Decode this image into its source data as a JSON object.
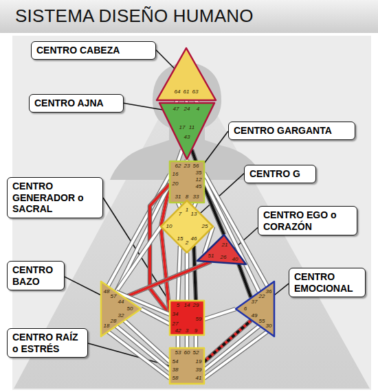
{
  "diagram": {
    "title": "SISTEMA DISEÑO HUMANO",
    "nodes": [
      {
        "text": [
          "CENTRO CABEZA"
        ]
      },
      {
        "text": [
          "64",
          "61",
          "63"
        ]
      },
      {
        "text": [
          "CENTRO AJNA"
        ]
      },
      {
        "text": [
          "47",
          "24",
          "4",
          "17",
          "11",
          "43"
        ]
      },
      {
        "text": [
          "CENTRO GARGANTA"
        ]
      },
      {
        "text": [
          "62",
          "23",
          "56",
          "16",
          "20",
          "35",
          "12",
          "45",
          "31",
          "8",
          "33"
        ]
      },
      {
        "text": [
          "CENTRO G"
        ]
      },
      {
        "text": [
          "CENTRO GENERADOR o SACRAL"
        ]
      },
      {
        "text": [
          "7",
          "1",
          "13",
          "10",
          "25",
          "15",
          "2",
          "46"
        ]
      },
      {
        "text": [
          "CENTRO EGO o CORAZÓN"
        ]
      },
      {
        "text": [
          "21",
          "51",
          "26",
          "40"
        ]
      },
      {
        "text": [
          "CENTRO BAZO"
        ]
      },
      {
        "text": [
          "CENTRO EMOCIONAL"
        ]
      },
      {
        "text": [
          "48",
          "57",
          "44",
          "50",
          "32",
          "28",
          "18"
        ]
      },
      {
        "text": [
          "36",
          "22",
          "37",
          "6",
          "49",
          "55",
          "30"
        ]
      },
      {
        "text": [
          "5",
          "14",
          "29",
          "34",
          "27",
          "59",
          "42",
          "3",
          "9"
        ]
      },
      {
        "text": [
          "CENTRO RAÍZ o ESTRÉS"
        ]
      },
      {
        "text": [
          "53",
          "60",
          "52",
          "54",
          "38",
          "58",
          "19",
          "39",
          "41"
        ]
      }
    ],
    "edges": [
      {
        "from": 0,
        "to": 1,
        "arrow": "none"
      },
      {
        "from": 2,
        "to": 3,
        "arrow": "none"
      },
      {
        "from": 4,
        "to": 5,
        "arrow": "none"
      },
      {
        "from": 6,
        "to": 8,
        "arrow": "none"
      },
      {
        "from": 7,
        "to": 15,
        "arrow": "none"
      },
      {
        "from": 9,
        "to": 10,
        "arrow": "none"
      },
      {
        "from": 11,
        "to": 13,
        "arrow": "none"
      },
      {
        "from": 12,
        "to": 14,
        "arrow": "none"
      },
      {
        "from": 16,
        "to": 17,
        "arrow": "none"
      },
      {
        "from": 1,
        "to": 3,
        "arrow": "none"
      },
      {
        "from": 1,
        "to": 3,
        "arrow": "none"
      },
      {
        "from": 1,
        "to": 3,
        "arrow": "none"
      },
      {
        "from": 3,
        "to": 5,
        "arrow": "none"
      },
      {
        "from": 3,
        "to": 5,
        "arrow": "none"
      },
      {
        "from": 3,
        "to": 5,
        "arrow": "none"
      },
      {
        "from": 5,
        "to": 8,
        "arrow": "none"
      },
      {
        "from": 5,
        "to": 8,
        "arrow": "none"
      },
      {
        "from": 5,
        "to": 8,
        "arrow": "none"
      },
      {
        "from": 5,
        "to": 8,
        "arrow": "none"
      },
      {
        "from": 5,
        "to": 13,
        "arrow": "none"
      },
      {
        "from": 5,
        "to": 13,
        "arrow": "none"
      },
      {
        "from": 5,
        "to": 15,
        "arrow": "none"
      },
      {
        "from": 5,
        "to": 10,
        "arrow": "none"
      },
      {
        "from": 5,
        "to": 14,
        "arrow": "none"
      },
      {
        "from": 5,
        "to": 14,
        "arrow": "none"
      },
      {
        "from": 8,
        "to": 15,
        "arrow": "none"
      },
      {
        "from": 8,
        "to": 15,
        "arrow": "none"
      },
      {
        "from": 8,
        "to": 15,
        "arrow": "none"
      },
      {
        "from": 8,
        "to": 15,
        "arrow": "none"
      },
      {
        "from": 8,
        "to": 13,
        "arrow": "none"
      },
      {
        "from": 8,
        "to": 10,
        "arrow": "none"
      },
      {
        "from": 10,
        "to": 13,
        "arrow": "none"
      },
      {
        "from": 10,
        "to": 14,
        "arrow": "none"
      },
      {
        "from": 13,
        "to": 15,
        "arrow": "none"
      },
      {
        "from": 15,
        "to": 13,
        "arrow": "none"
      },
      {
        "from": 15,
        "to": 14,
        "arrow": "none"
      },
      {
        "from": 15,
        "to": 17,
        "arrow": "none"
      },
      {
        "from": 15,
        "to": 17,
        "arrow": "none"
      },
      {
        "from": 15,
        "to": 17,
        "arrow": "none"
      },
      {
        "from": 17,
        "to": 13,
        "arrow": "none"
      },
      {
        "from": 17,
        "to": 13,
        "arrow": "none"
      },
      {
        "from": 17,
        "to": 13,
        "arrow": "none"
      },
      {
        "from": 17,
        "to": 14,
        "arrow": "none"
      },
      {
        "from": 17,
        "to": 14,
        "arrow": "none"
      },
      {
        "from": 17,
        "to": 14,
        "arrow": "none"
      }
    ]
  }
}
